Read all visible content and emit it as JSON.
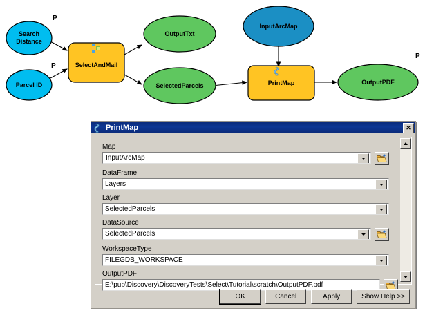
{
  "diagram": {
    "name": "model-builder-diagram",
    "nodes": [
      {
        "id": "search-distance",
        "label": "Search\nDistance",
        "type": "variable-input",
        "color": "#00BDF0",
        "shape": "ellipse",
        "parameter_flag": "P"
      },
      {
        "id": "parcel-id",
        "label": "Parcel ID",
        "type": "variable-input",
        "color": "#00BDF0",
        "shape": "ellipse",
        "parameter_flag": "P"
      },
      {
        "id": "select-and-mail",
        "label": "SelectAndMail",
        "type": "tool",
        "color": "#FFC423",
        "shape": "rounded-rect"
      },
      {
        "id": "output-txt",
        "label": "OutputTxt",
        "type": "variable-derived",
        "color": "#5FC75F",
        "shape": "ellipse"
      },
      {
        "id": "selected-parcels",
        "label": "SelectedParcels",
        "type": "variable-derived",
        "color": "#5FC75F",
        "shape": "ellipse"
      },
      {
        "id": "input-arcmap",
        "label": "InputArcMap",
        "type": "variable-input",
        "color": "#1B8FC4",
        "shape": "ellipse"
      },
      {
        "id": "print-map",
        "label": "PrintMap",
        "type": "tool",
        "color": "#FFC423",
        "shape": "rounded-rect"
      },
      {
        "id": "output-pdf",
        "label": "OutputPDF",
        "type": "variable-derived",
        "color": "#5FC75F",
        "shape": "ellipse",
        "parameter_flag": "P"
      }
    ],
    "parameter_flags": [
      "P",
      "P",
      "P"
    ],
    "edges": [
      {
        "from": "search-distance",
        "to": "select-and-mail"
      },
      {
        "from": "parcel-id",
        "to": "select-and-mail"
      },
      {
        "from": "select-and-mail",
        "to": "output-txt"
      },
      {
        "from": "select-and-mail",
        "to": "selected-parcels"
      },
      {
        "from": "selected-parcels",
        "to": "print-map"
      },
      {
        "from": "input-arcmap",
        "to": "print-map"
      },
      {
        "from": "print-map",
        "to": "output-pdf"
      }
    ]
  },
  "dialog": {
    "title": "PrintMap",
    "title_icon": "script-tool-icon",
    "close_label": "✕",
    "fields": [
      {
        "name": "map",
        "label": "Map",
        "value": "InputArcMap",
        "has_dropdown": true,
        "has_browse": true,
        "caret": true
      },
      {
        "name": "dataframe",
        "label": "DataFrame",
        "value": "Layers",
        "has_dropdown": true,
        "has_browse": false,
        "caret": false
      },
      {
        "name": "layer",
        "label": "Layer",
        "value": "SelectedParcels",
        "has_dropdown": true,
        "has_browse": false,
        "caret": false
      },
      {
        "name": "datasource",
        "label": "DataSource",
        "value": "SelectedParcels",
        "has_dropdown": true,
        "has_browse": true,
        "caret": false
      },
      {
        "name": "workspacetype",
        "label": "WorkspaceType",
        "value": "FILEGDB_WORKSPACE",
        "has_dropdown": true,
        "has_browse": false,
        "caret": false
      },
      {
        "name": "outputpdf",
        "label": "OutputPDF",
        "value": "E:\\pub\\Discovery\\DiscoveryTests\\Select\\Tutorial\\scratch\\OutputPDF.pdf",
        "has_dropdown": false,
        "has_browse": true,
        "caret": false
      }
    ],
    "buttons": [
      {
        "name": "ok",
        "label": "OK",
        "default": true
      },
      {
        "name": "cancel",
        "label": "Cancel",
        "default": false
      },
      {
        "name": "apply",
        "label": "Apply",
        "default": false
      },
      {
        "name": "show-help",
        "label": "Show Help >>",
        "default": false
      }
    ],
    "colors": {
      "titlebar": "#0d3693",
      "face": "#d4d0c8",
      "field_bg": "#ffffff"
    }
  }
}
